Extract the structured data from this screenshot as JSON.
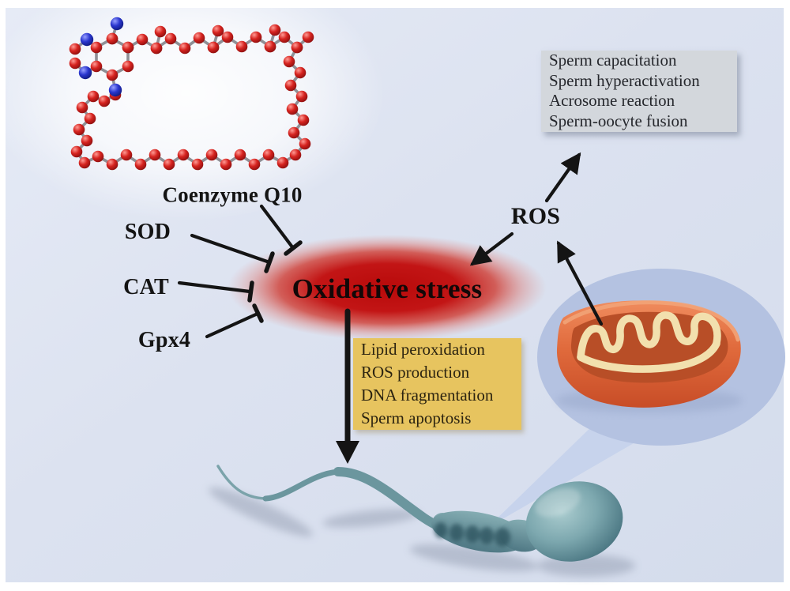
{
  "figure": {
    "labels": {
      "coenzyme_q10": "Coenzyme Q10",
      "sod": "SOD",
      "cat": "CAT",
      "gpx4": "Gpx4",
      "ros": "ROS",
      "oxidative_stress": "Oxidative stress"
    },
    "ros_functions_box": {
      "lines": [
        "Sperm capacitation",
        "Sperm hyperactivation",
        "Acrosome reaction",
        "Sperm-oocyte fusion"
      ]
    },
    "oxidative_damage_box": {
      "lines": [
        "Lipid peroxidation",
        "ROS production",
        "DNA fragmentation",
        "Sperm apoptosis"
      ]
    },
    "colors": {
      "canvas_background": "#dde3f0",
      "oxidative_stress_glow": "#c11212",
      "functions_box_bg": "#d3d7dc",
      "damage_box_bg": "#e7c45f",
      "callout_bubble": "#b4c2e1",
      "mitochondrion_orange": "#dd6a3e",
      "sperm_teal": "#6f9ba3",
      "molecule_red_atom": "#cc2026",
      "molecule_blue_atom": "#2b35c8"
    }
  }
}
